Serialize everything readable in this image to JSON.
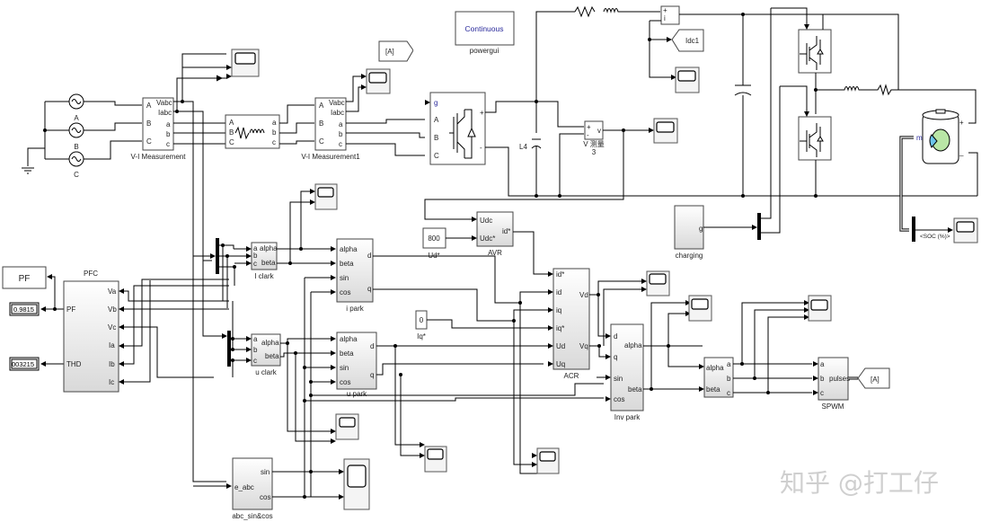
{
  "diagram": {
    "title": "Simulink model: three-phase PWM rectifier with battery charging",
    "blocks": {
      "sources": [
        "A",
        "B",
        "C"
      ],
      "vi1": {
        "name": "V-I Measurement",
        "in": [
          "A",
          "B",
          "C"
        ],
        "out": [
          "Vabc",
          "Iabc",
          "a",
          "b",
          "c"
        ]
      },
      "rl": {
        "in": [
          "A",
          "B",
          "C"
        ],
        "out": [
          "a",
          "b",
          "c"
        ]
      },
      "vi2": {
        "name": "V-I Measurement1",
        "in": [
          "A",
          "B",
          "C"
        ],
        "out": [
          "Vabc",
          "Iabc",
          "a",
          "b",
          "c"
        ]
      },
      "goto_from_a": "[A]",
      "powergui": {
        "text": "Continuous",
        "name": "powergui"
      },
      "bridge": {
        "g": "g",
        "in": [
          "A",
          "B",
          "C"
        ],
        "out": [
          "+",
          "-"
        ]
      },
      "l4": "L4",
      "vmeas": {
        "name": "V 测量",
        "name2": "3",
        "plus": "+",
        "minus": "-",
        "out": "v"
      },
      "imeas": {
        "plus": "+",
        "i": "i"
      },
      "idc": "Idc1",
      "charging": {
        "name": "charging",
        "out": "g"
      },
      "battery": {
        "m": "m",
        "plus": "+",
        "minus": "_"
      },
      "soc": "<SOC (%)>",
      "pf_display": "PF",
      "pfc": {
        "name": "PFC",
        "out": [
          "PF",
          "THD"
        ],
        "in": [
          "Va",
          "Vb",
          "Vc",
          "Ia",
          "Ib",
          "Ic"
        ]
      },
      "pf_value": "0.9815",
      "thd_value": "003215",
      "iclark": {
        "name": "I clark",
        "in": [
          "a",
          "b",
          "c"
        ],
        "out": [
          "alpha",
          "beta"
        ]
      },
      "uclark": {
        "name": "u clark",
        "in": [
          "a",
          "b",
          "c"
        ],
        "out": [
          "alpha",
          "beta"
        ]
      },
      "ipark": {
        "name": "i park",
        "in": [
          "alpha",
          "beta",
          "sin",
          "cos"
        ],
        "out": [
          "d",
          "q"
        ]
      },
      "upark": {
        "name": "u park",
        "in": [
          "alpha",
          "beta",
          "sin",
          "cos"
        ],
        "out": [
          "d",
          "q"
        ]
      },
      "ud_const": {
        "value": "800",
        "name": "Ud*"
      },
      "iq_const": {
        "value": "0",
        "name": "Iq*"
      },
      "avr": {
        "name": "AVR",
        "in": [
          "Udc",
          "Udc*"
        ],
        "out": "id*"
      },
      "acr": {
        "name": "ACR",
        "in": [
          "id*",
          "id",
          "iq",
          "iq*",
          "Ud",
          "Uq"
        ],
        "out": [
          "Vd",
          "Vq"
        ]
      },
      "invpark": {
        "name": "Inv park",
        "in": [
          "d",
          "q",
          "sin",
          "cos"
        ],
        "out": [
          "alpha",
          "beta"
        ]
      },
      "ab2abc": {
        "in": [
          "alpha",
          "beta"
        ],
        "out": [
          "a",
          "b",
          "c"
        ]
      },
      "spwm": {
        "name": "SPWM",
        "in": [
          "a",
          "b",
          "c"
        ],
        "out": "pulses"
      },
      "goto_a": "[A]",
      "sincos": {
        "name": "abc_sin&cos",
        "in": "e_abc",
        "out": [
          "sin",
          "cos"
        ]
      }
    },
    "watermark": "知乎 @打工仔"
  }
}
